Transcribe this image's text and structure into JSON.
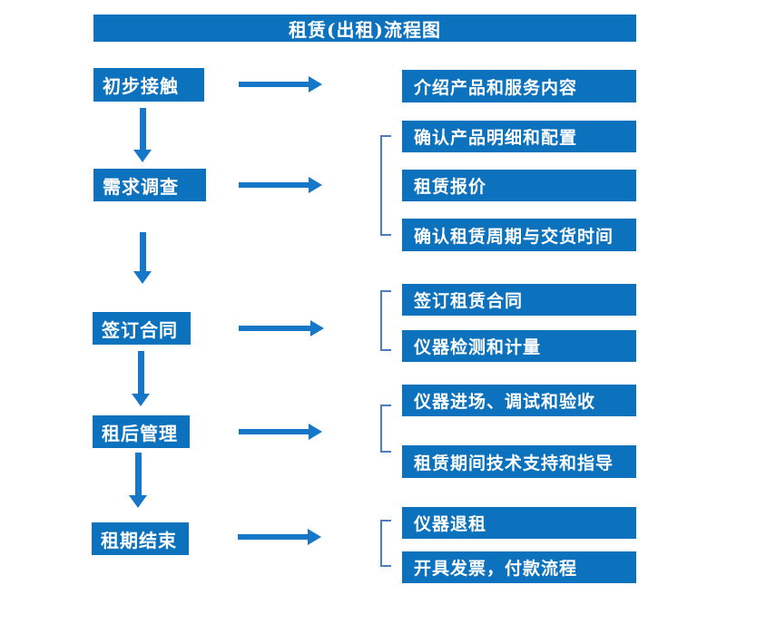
{
  "title": {
    "text": "租赁(出租)流程图"
  },
  "colors": {
    "box_blue": "#0d72be",
    "arrow_blue": "#1677c8",
    "bracket_blue": "#4b7ebe",
    "text_white": "#ffffff",
    "background": "#ffffff"
  },
  "stages": [
    {
      "label": "初步接触",
      "outputs": [
        "介绍产品和服务内容"
      ]
    },
    {
      "label": "需求调查",
      "outputs": [
        "确认产品明细和配置",
        "租赁报价",
        "确认租赁周期与交货时间"
      ]
    },
    {
      "label": "签订合同",
      "outputs": [
        "签订租赁合同",
        "仪器检测和计量"
      ]
    },
    {
      "label": "租后管理",
      "outputs": [
        "仪器进场、调试和验收",
        "租赁期间技术支持和指导"
      ]
    },
    {
      "label": "租期结束",
      "outputs": [
        "仪器退租",
        "开具发票，付款流程"
      ]
    }
  ]
}
